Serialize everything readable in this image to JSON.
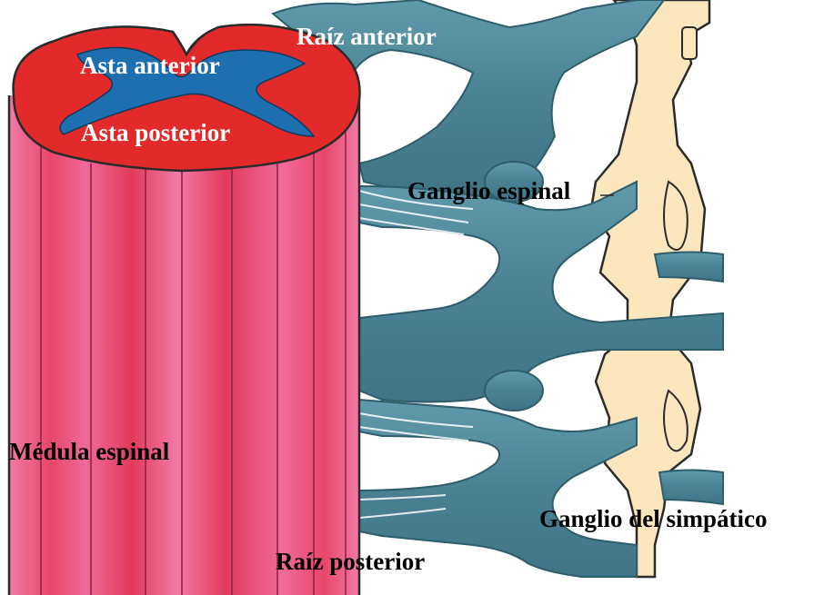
{
  "labels": {
    "raiz_anterior": "Raíz anterior",
    "asta_anterior": "Asta anterior",
    "asta_posterior": "Asta posterior",
    "ganglio_espinal": "Ganglio espinal",
    "medula_espinal": "Médula espinal",
    "ganglio_simpatico": "Ganglio del simpático",
    "raiz_posterior": "Raíz posterior"
  },
  "colors": {
    "spinal_cord": "#e8476a",
    "spinal_cord_light": "#f06a9a",
    "cross_section_white_matter": "#e32a2a",
    "grey_matter": "#1e6fb0",
    "nerves": "#4f8a9b",
    "sympathetic_trunk": "#fbe6bd",
    "outline": "#2b2b2b"
  }
}
